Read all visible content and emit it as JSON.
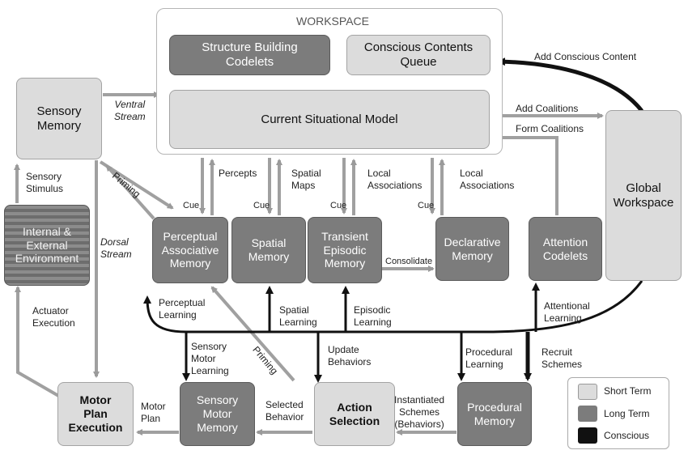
{
  "workspace": {
    "title": "WORKSPACE",
    "structure_building_codelets": "Structure Building\nCodelets",
    "conscious_contents_queue": "Conscious Contents\nQueue",
    "current_situational_model": "Current Situational Model"
  },
  "modules": {
    "sensory_memory": "Sensory\nMemory",
    "environment": "Internal &\nExternal\nEnvironment",
    "perceptual_associative_memory": "Perceptual\nAssociative\nMemory",
    "spatial_memory": "Spatial\nMemory",
    "transient_episodic_memory": "Transient\nEpisodic\nMemory",
    "declarative_memory": "Declarative\nMemory",
    "attention_codelets": "Attention\nCodelets",
    "global_workspace": "Global\nWorkspace",
    "motor_plan_execution": "Motor\nPlan\nExecution",
    "sensory_motor_memory": "Sensory\nMotor\nMemory",
    "action_selection": "Action\nSelection",
    "procedural_memory": "Procedural\nMemory"
  },
  "labels": {
    "add_conscious_content": "Add Conscious Content",
    "add_coalitions": "Add Coalitions",
    "form_coalitions": "Form Coalitions",
    "ventral_stream": "Ventral\nStream",
    "dorsal_stream": "Dorsal\nStream",
    "priming_upper": "Priming",
    "priming_lower": "Priming",
    "sensory_stimulus": "Sensory\nStimulus",
    "actuator_execution": "Actuator\nExecution",
    "percepts": "Percepts",
    "spatial_maps": "Spatial\nMaps",
    "local_associations_1": "Local\nAssociations",
    "local_associations_2": "Local\nAssociations",
    "cue_1": "Cue",
    "cue_2": "Cue",
    "cue_3": "Cue",
    "cue_4": "Cue",
    "consolidate": "Consolidate",
    "perceptual_learning": "Perceptual\nLearning",
    "spatial_learning": "Spatial\nLearning",
    "episodic_learning": "Episodic\nLearning",
    "attentional_learning": "Attentional\nLearning",
    "sensory_motor_learning": "Sensory\nMotor\nLearning",
    "update_behaviors": "Update\nBehaviors",
    "procedural_learning": "Procedural\nLearning",
    "recruit_schemes": "Recruit\nSchemes",
    "motor_plan": "Motor\nPlan",
    "selected_behavior": "Selected\nBehavior",
    "instantiated_schemes": "Instantiated\nSchemes\n(Behaviors)"
  },
  "legend": {
    "short_term": "Short Term",
    "long_term": "Long Term",
    "conscious": "Conscious"
  },
  "colors": {
    "short_term": "#dcdcdc",
    "long_term": "#7c7c7c",
    "conscious": "#111111",
    "arrow": "#a0a0a0"
  }
}
